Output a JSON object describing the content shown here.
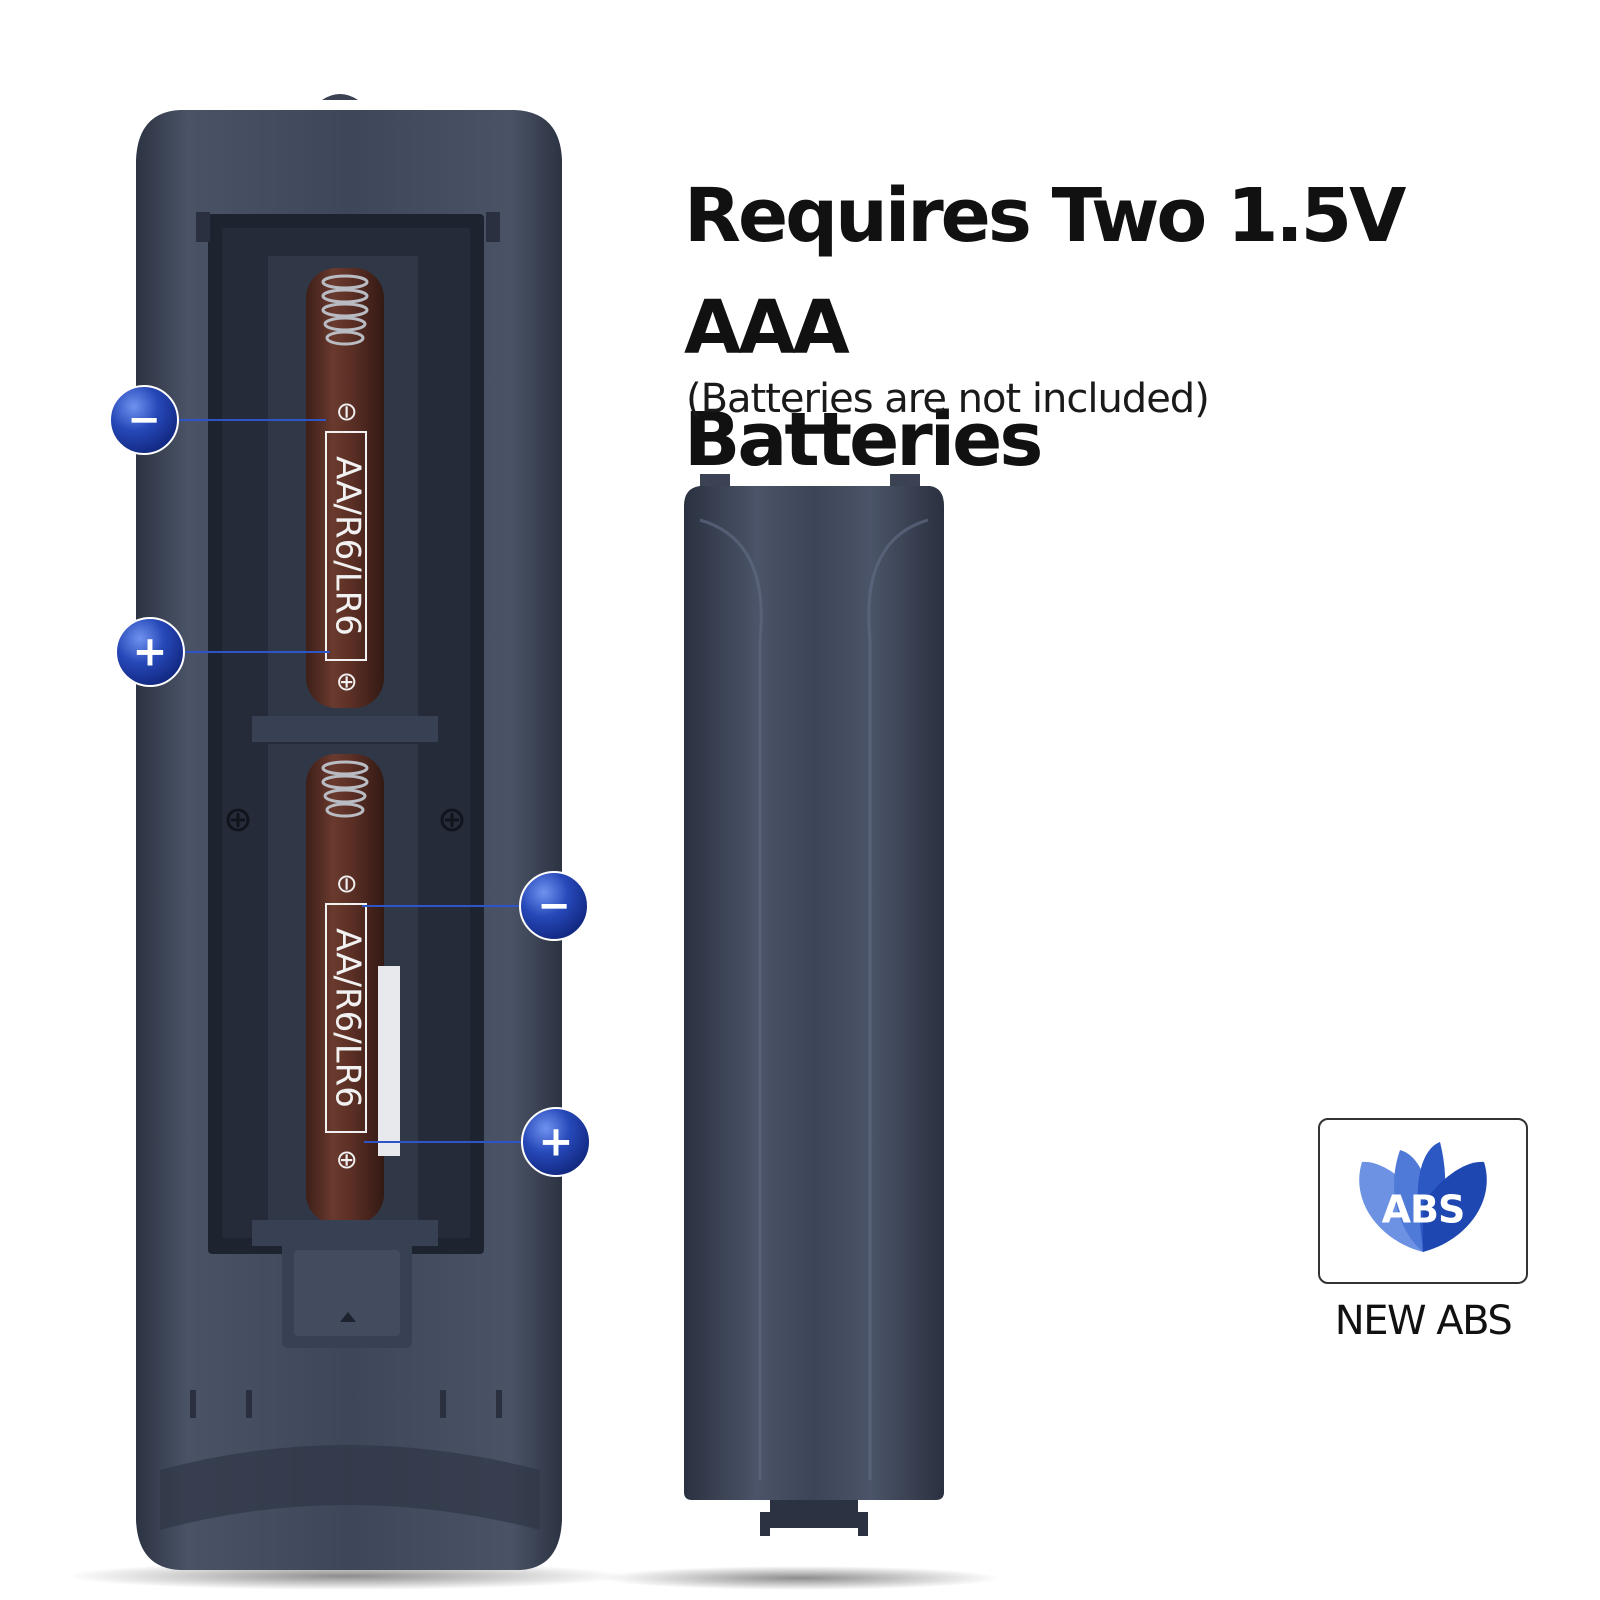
{
  "headline": {
    "line1": "Requires Two 1.5V AAA",
    "line2": "Batteries"
  },
  "subline": "(Batteries are not included)",
  "battery_slots": [
    {
      "label": "AA/R6/LR6",
      "minus_symbol": "⊖",
      "plus_symbol": "⊕"
    },
    {
      "label": "AA/R6/LR6",
      "minus_symbol": "⊖",
      "plus_symbol": "⊕"
    }
  ],
  "polarity_markers": {
    "minus": "−",
    "plus": "+"
  },
  "badge": {
    "icon_text": "ABS",
    "caption": "NEW ABS"
  },
  "colors": {
    "remote_body": "#3d4558",
    "remote_dark": "#232936",
    "battery_brown": "#5a2e24",
    "marker_blue": "#1d3fa8",
    "badge_blue": "#3f6fd0"
  }
}
